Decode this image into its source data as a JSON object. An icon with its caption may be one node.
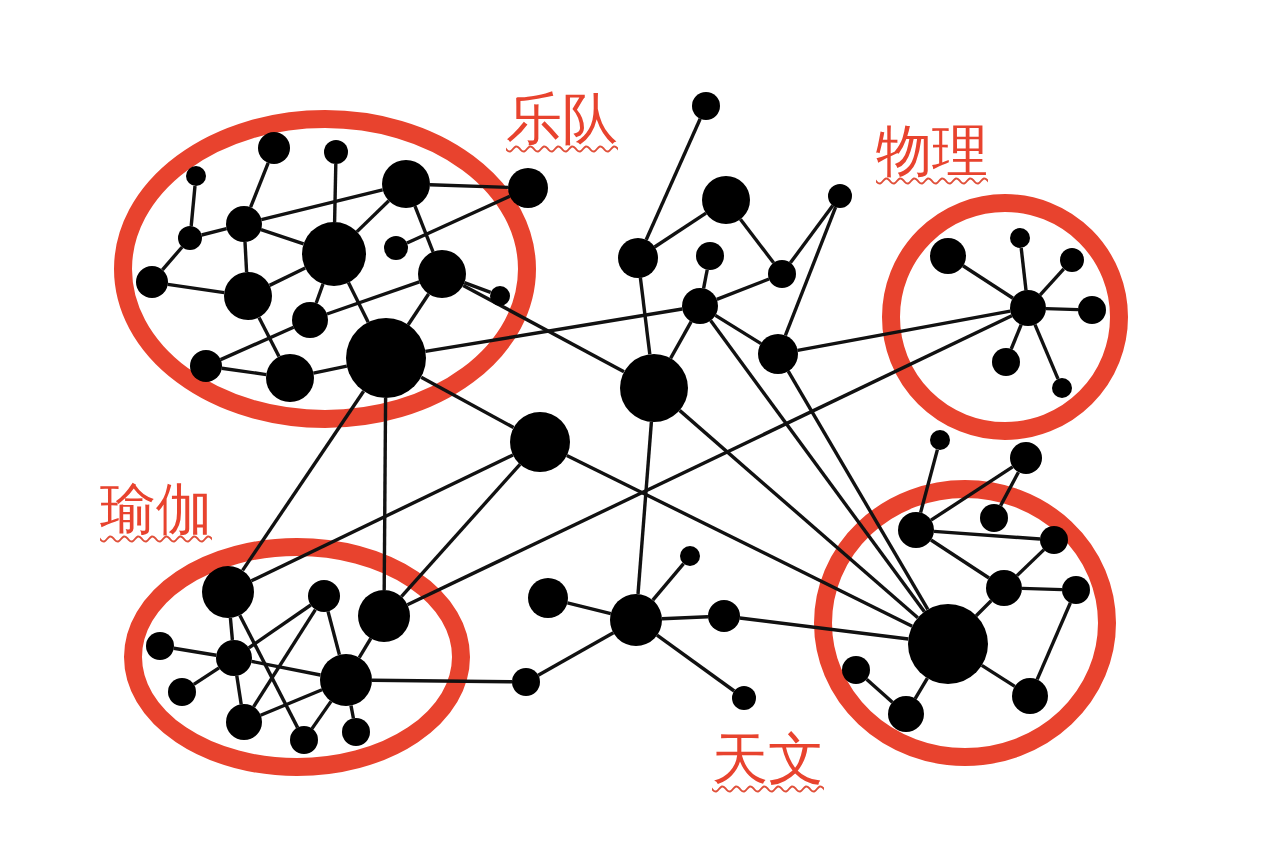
{
  "diagram": {
    "nodes": [
      {
        "text": [
          "乐队"
        ]
      },
      {
        "text": [],
        "shape": "circle",
        "in": 0
      },
      {
        "text": [],
        "shape": "circle",
        "in": 0
      },
      {
        "text": [],
        "shape": "circle",
        "in": 0
      },
      {
        "text": [],
        "shape": "circle",
        "in": 0
      },
      {
        "text": [],
        "shape": "circle",
        "in": 0
      },
      {
        "text": [],
        "shape": "circle",
        "in": 0
      },
      {
        "text": [],
        "shape": "circle",
        "in": 0
      },
      {
        "text": [],
        "shape": "circle",
        "in": 0
      },
      {
        "text": [],
        "shape": "circle",
        "in": 0
      },
      {
        "text": [],
        "shape": "circle",
        "in": 0
      },
      {
        "text": [],
        "shape": "circle",
        "in": 0
      },
      {
        "text": [],
        "shape": "circle",
        "in": 0
      },
      {
        "text": [],
        "shape": "circle",
        "in": 0
      },
      {
        "text": [],
        "shape": "circle",
        "in": 0
      },
      {
        "text": [],
        "shape": "circle",
        "in": 0
      },
      {
        "text": [],
        "shape": "circle",
        "in": 0
      },
      {
        "text": [],
        "shape": "circle"
      },
      {
        "text": [],
        "shape": "circle"
      },
      {
        "text": [],
        "shape": "circle"
      },
      {
        "text": [],
        "shape": "circle"
      },
      {
        "text": [],
        "shape": "circle"
      },
      {
        "text": [],
        "shape": "circle"
      },
      {
        "text": [],
        "shape": "circle"
      },
      {
        "text": [],
        "shape": "circle"
      },
      {
        "text": [],
        "shape": "circle"
      },
      {
        "text": [],
        "shape": "circle"
      },
      {
        "text": [],
        "shape": "circle"
      },
      {
        "text": [
          "物理"
        ]
      },
      {
        "text": [],
        "shape": "circle",
        "in": 28
      },
      {
        "text": [],
        "shape": "circle",
        "in": 28
      },
      {
        "text": [],
        "shape": "circle",
        "in": 28
      },
      {
        "text": [],
        "shape": "circle",
        "in": 28
      },
      {
        "text": [],
        "shape": "circle",
        "in": 28
      },
      {
        "text": [],
        "shape": "circle",
        "in": 28
      },
      {
        "text": [],
        "shape": "circle",
        "in": 28
      },
      {
        "text": [],
        "shape": "circle"
      },
      {
        "text": [],
        "shape": "circle"
      },
      {
        "text": [
          "瑜伽"
        ]
      },
      {
        "text": [],
        "shape": "circle",
        "in": 38
      },
      {
        "text": [],
        "shape": "circle",
        "in": 38
      },
      {
        "text": [],
        "shape": "circle",
        "in": 38
      },
      {
        "text": [],
        "shape": "circle",
        "in": 38
      },
      {
        "text": [],
        "shape": "circle",
        "in": 38
      },
      {
        "text": [],
        "shape": "circle",
        "in": 38
      },
      {
        "text": [],
        "shape": "circle",
        "in": 38
      },
      {
        "text": [],
        "shape": "circle",
        "in": 38
      },
      {
        "text": [],
        "shape": "circle",
        "in": 38
      },
      {
        "text": [],
        "shape": "circle",
        "in": 38
      },
      {
        "text": [],
        "shape": "circle"
      },
      {
        "text": [],
        "shape": "circle"
      },
      {
        "text": [],
        "shape": "circle"
      },
      {
        "text": [],
        "shape": "circle"
      },
      {
        "text": [],
        "shape": "circle"
      },
      {
        "text": [],
        "shape": "circle"
      },
      {
        "text": [
          "天文"
        ]
      },
      {
        "text": [],
        "shape": "circle",
        "in": 55
      },
      {
        "text": [],
        "shape": "circle",
        "in": 55
      },
      {
        "text": [],
        "shape": "circle",
        "in": 55
      },
      {
        "text": [],
        "shape": "circle",
        "in": 55
      },
      {
        "text": [],
        "shape": "circle",
        "in": 55
      },
      {
        "text": [],
        "shape": "circle",
        "in": 55
      },
      {
        "text": [],
        "shape": "circle",
        "in": 55
      },
      {
        "text": [],
        "shape": "circle",
        "in": 55
      },
      {
        "text": [],
        "shape": "circle",
        "in": 55
      }
    ],
    "edges": [
      {
        "from": 1,
        "to": 6,
        "arrow": "none"
      },
      {
        "from": 2,
        "to": 5,
        "arrow": "none"
      },
      {
        "from": 3,
        "to": 8,
        "arrow": "none"
      },
      {
        "from": 6,
        "to": 5,
        "arrow": "none"
      },
      {
        "from": 5,
        "to": 4,
        "arrow": "none"
      },
      {
        "from": 5,
        "to": 8,
        "arrow": "none"
      },
      {
        "from": 5,
        "to": 11,
        "arrow": "none"
      },
      {
        "from": 8,
        "to": 4,
        "arrow": "none"
      },
      {
        "from": 4,
        "to": 18,
        "arrow": "none"
      },
      {
        "from": 4,
        "to": 9,
        "arrow": "none"
      },
      {
        "from": 7,
        "to": 18,
        "arrow": "none"
      },
      {
        "from": 10,
        "to": 6,
        "arrow": "none"
      },
      {
        "from": 10,
        "to": 11,
        "arrow": "none"
      },
      {
        "from": 11,
        "to": 8,
        "arrow": "none"
      },
      {
        "from": 8,
        "to": 13,
        "arrow": "none"
      },
      {
        "from": 8,
        "to": 14,
        "arrow": "none"
      },
      {
        "from": 9,
        "to": 14,
        "arrow": "none"
      },
      {
        "from": 9,
        "to": 12,
        "arrow": "none"
      },
      {
        "from": 11,
        "to": 16,
        "arrow": "none"
      },
      {
        "from": 13,
        "to": 15,
        "arrow": "none"
      },
      {
        "from": 13,
        "to": 9,
        "arrow": "none"
      },
      {
        "from": 15,
        "to": 16,
        "arrow": "none"
      },
      {
        "from": 16,
        "to": 14,
        "arrow": "none"
      },
      {
        "from": 14,
        "to": 24,
        "arrow": "none"
      },
      {
        "from": 9,
        "to": 26,
        "arrow": "none"
      },
      {
        "from": 14,
        "to": 27,
        "arrow": "none"
      },
      {
        "from": 14,
        "to": 39,
        "arrow": "none"
      },
      {
        "from": 14,
        "to": 41,
        "arrow": "none"
      },
      {
        "from": 17,
        "to": 21,
        "arrow": "none"
      },
      {
        "from": 21,
        "to": 20,
        "arrow": "none"
      },
      {
        "from": 20,
        "to": 23,
        "arrow": "none"
      },
      {
        "from": 23,
        "to": 19,
        "arrow": "none"
      },
      {
        "from": 19,
        "to": 25,
        "arrow": "none"
      },
      {
        "from": 22,
        "to": 24,
        "arrow": "none"
      },
      {
        "from": 24,
        "to": 23,
        "arrow": "none"
      },
      {
        "from": 24,
        "to": 25,
        "arrow": "none"
      },
      {
        "from": 24,
        "to": 26,
        "arrow": "none"
      },
      {
        "from": 21,
        "to": 26,
        "arrow": "none"
      },
      {
        "from": 25,
        "to": 32,
        "arrow": "none"
      },
      {
        "from": 27,
        "to": 39,
        "arrow": "none"
      },
      {
        "from": 27,
        "to": 41,
        "arrow": "none"
      },
      {
        "from": 27,
        "to": 61,
        "arrow": "none"
      },
      {
        "from": 26,
        "to": 61,
        "arrow": "none"
      },
      {
        "from": 25,
        "to": 61,
        "arrow": "none"
      },
      {
        "from": 24,
        "to": 61,
        "arrow": "none"
      },
      {
        "from": 26,
        "to": 52,
        "arrow": "none"
      },
      {
        "from": 32,
        "to": 30,
        "arrow": "none"
      },
      {
        "from": 32,
        "to": 29,
        "arrow": "none"
      },
      {
        "from": 32,
        "to": 31,
        "arrow": "none"
      },
      {
        "from": 32,
        "to": 33,
        "arrow": "none"
      },
      {
        "from": 32,
        "to": 34,
        "arrow": "none"
      },
      {
        "from": 32,
        "to": 35,
        "arrow": "none"
      },
      {
        "from": 41,
        "to": 32,
        "arrow": "none"
      },
      {
        "from": 36,
        "to": 57,
        "arrow": "none"
      },
      {
        "from": 37,
        "to": 57,
        "arrow": "none"
      },
      {
        "from": 37,
        "to": 56,
        "arrow": "none"
      },
      {
        "from": 57,
        "to": 58,
        "arrow": "none"
      },
      {
        "from": 57,
        "to": 59,
        "arrow": "none"
      },
      {
        "from": 59,
        "to": 58,
        "arrow": "none"
      },
      {
        "from": 59,
        "to": 60,
        "arrow": "none"
      },
      {
        "from": 59,
        "to": 61,
        "arrow": "none"
      },
      {
        "from": 60,
        "to": 63,
        "arrow": "none"
      },
      {
        "from": 61,
        "to": 63,
        "arrow": "none"
      },
      {
        "from": 61,
        "to": 64,
        "arrow": "none"
      },
      {
        "from": 62,
        "to": 64,
        "arrow": "none"
      },
      {
        "from": 39,
        "to": 43,
        "arrow": "none"
      },
      {
        "from": 39,
        "to": 48,
        "arrow": "none"
      },
      {
        "from": 42,
        "to": 43,
        "arrow": "none"
      },
      {
        "from": 43,
        "to": 44,
        "arrow": "none"
      },
      {
        "from": 43,
        "to": 40,
        "arrow": "none"
      },
      {
        "from": 45,
        "to": 43,
        "arrow": "none"
      },
      {
        "from": 43,
        "to": 46,
        "arrow": "none"
      },
      {
        "from": 46,
        "to": 44,
        "arrow": "none"
      },
      {
        "from": 40,
        "to": 44,
        "arrow": "none"
      },
      {
        "from": 40,
        "to": 46,
        "arrow": "none"
      },
      {
        "from": 44,
        "to": 47,
        "arrow": "none"
      },
      {
        "from": 44,
        "to": 48,
        "arrow": "none"
      },
      {
        "from": 44,
        "to": 41,
        "arrow": "none"
      },
      {
        "from": 44,
        "to": 53,
        "arrow": "none"
      },
      {
        "from": 53,
        "to": 52,
        "arrow": "none"
      },
      {
        "from": 50,
        "to": 52,
        "arrow": "none"
      },
      {
        "from": 49,
        "to": 52,
        "arrow": "none"
      },
      {
        "from": 52,
        "to": 51,
        "arrow": "none"
      },
      {
        "from": 52,
        "to": 54,
        "arrow": "none"
      },
      {
        "from": 51,
        "to": 61,
        "arrow": "none"
      }
    ]
  }
}
